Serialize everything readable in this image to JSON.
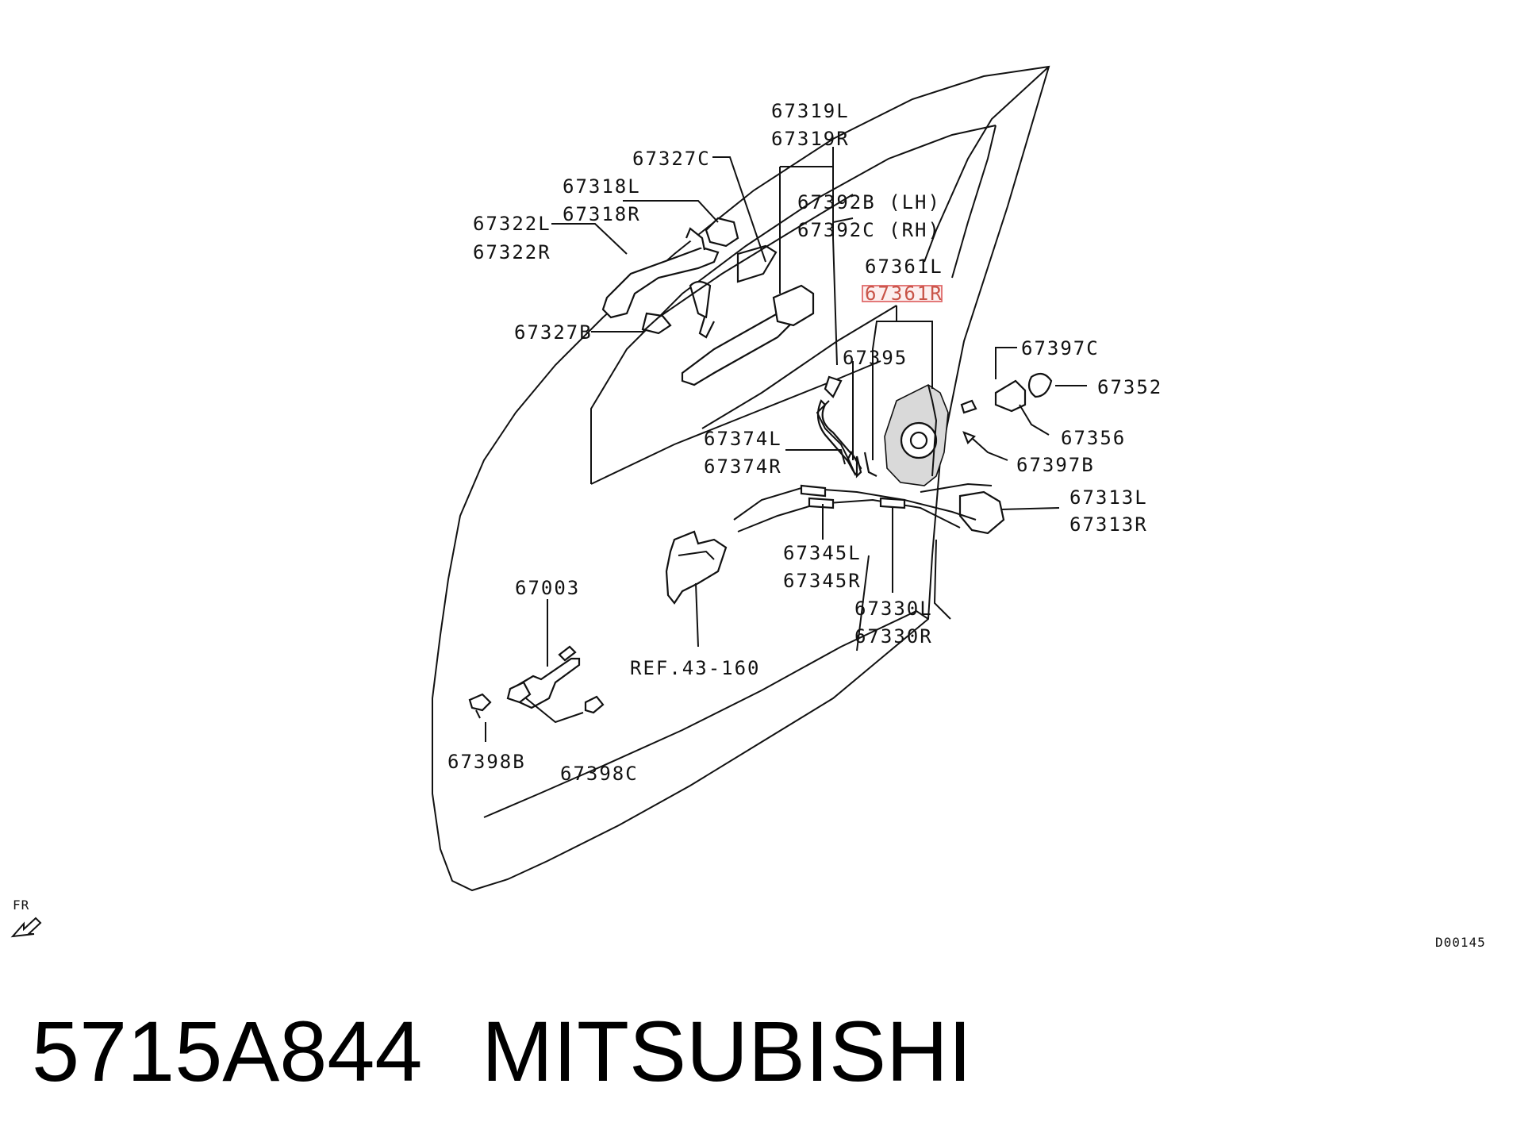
{
  "diagram": {
    "labels": {
      "l67319L": "67319L",
      "l67319R": "67319R",
      "l67327C": "67327C",
      "l67318L": "67318L",
      "l67318R": "67318R",
      "l67322L": "67322L",
      "l67322R": "67322R",
      "l67392B": "67392B (LH)",
      "l67392C": "67392C (RH)",
      "l67361L": "67361L",
      "l67361R": "67361R",
      "l67327B": "67327B",
      "l67395": "67395",
      "l67397C": "67397C",
      "l67352": "67352",
      "l67356": "67356",
      "l67397B": "67397B",
      "l67374L": "67374L",
      "l67374R": "67374R",
      "l67313L": "67313L",
      "l67313R": "67313R",
      "l67345L": "67345L",
      "l67345R": "67345R",
      "l67003": "67003",
      "l67330L": "67330L",
      "l67330R": "67330R",
      "lRef": "REF.43-160",
      "l67398B": "67398B",
      "l67398C": "67398C",
      "fr": "FR",
      "code": "D00145"
    },
    "highlighted_label": "67361R",
    "highlight_color": "#e06b6b"
  },
  "footer": {
    "part_number": "5715A844",
    "brand": "MITSUBISHI"
  }
}
